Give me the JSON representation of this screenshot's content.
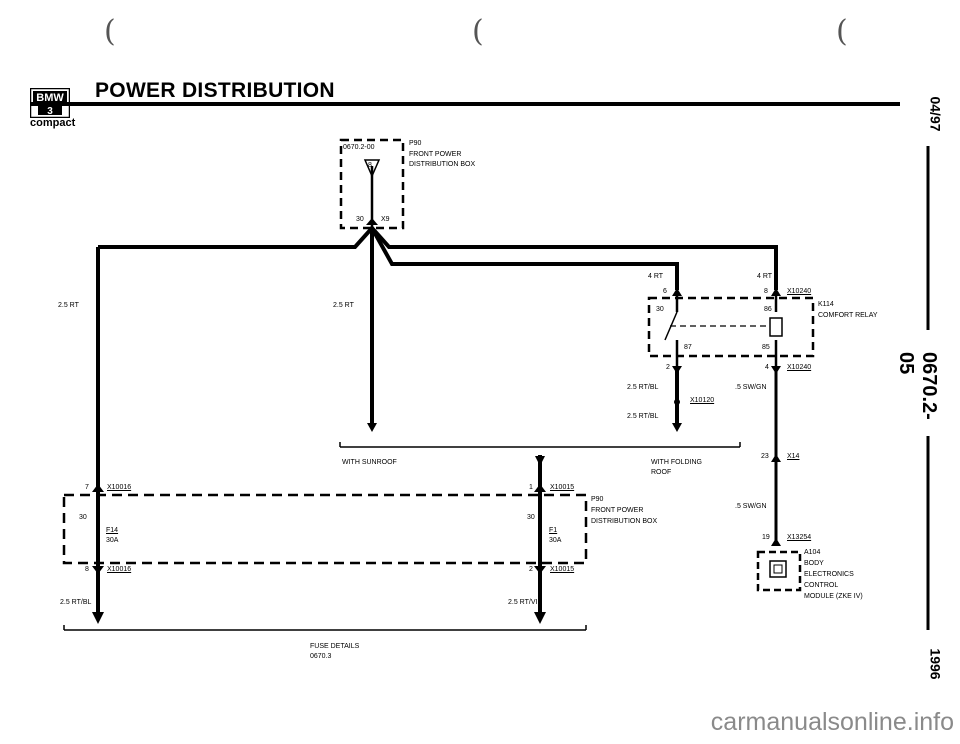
{
  "page": {
    "title": "POWER DISTRIBUTION",
    "brand_logo": "BMW",
    "brand_model_text": "compact",
    "side_date": "04/97",
    "side_code": "0670.2-05",
    "side_year": "1996",
    "watermark": "carmanualsonline.info"
  },
  "labels": {
    "p90_top_code": "0670.2-00",
    "p90_top_name": "P90",
    "p90_top_desc1": "FRONT POWER",
    "p90_top_desc2": "DISTRIBUTION BOX",
    "p90_top_pin30": "30",
    "p90_top_conn": "X9",
    "p90_top_fuse": "8",
    "wire_left_top": "2.5 RT",
    "wire_center_top": "2.5 RT",
    "relay_pin_left": "4 RT",
    "relay_pin_right": "4 RT",
    "relay_conn_pin6": "6",
    "relay_conn_pin8": "8",
    "relay_conn_top": "X10240",
    "relay_name": "K114",
    "relay_desc": "COMFORT RELAY",
    "relay_pin30": "30",
    "relay_pin86": "86",
    "relay_pin87": "87",
    "relay_pin85": "85",
    "relay_conn_pin2": "2",
    "relay_conn_pin4": "4",
    "relay_conn_bottom": "X10240",
    "wire_rtbl_1": "2.5 RT/BL",
    "splice": "X10120",
    "wire_rtbl_2": "2.5 RT/BL",
    "wire_swgn_1": ".5 SW/GN",
    "with_sunroof": "WITH SUNROOF",
    "with_folding_1": "WITH FOLDING",
    "with_folding_2": "ROOF",
    "x14_pin": "23",
    "x14": "X14",
    "wire_swgn_2": ".5 SW/GN",
    "x13254_pin": "19",
    "x13254": "X13254",
    "a104_name": "A104",
    "a104_desc1": "BODY",
    "a104_desc2": "ELECTRONICS",
    "a104_desc3": "CONTROL",
    "a104_desc4": "MODULE (ZKE IV)",
    "x10016_top_pin": "7",
    "x10016_top": "X10016",
    "x10015_top_pin": "1",
    "x10015_top": "X10015",
    "p90_bot_name": "P90",
    "p90_bot_desc1": "FRONT POWER",
    "p90_bot_desc2": "DISTRIBUTION BOX",
    "pin30_left": "30",
    "pin30_center": "30",
    "f14": "F14",
    "f14_amp": "30A",
    "f1": "F1",
    "f1_amp": "30A",
    "x10016_bot_pin": "8",
    "x10016_bot": "X10016",
    "x10015_bot_pin": "2",
    "x10015_bot": "X10015",
    "wire_bottom_left": "2.5 RT/BL",
    "wire_bottom_center": "2.5 RT/VI",
    "fuse_details_1": "FUSE DETAILS",
    "fuse_details_2": "0670.3"
  }
}
